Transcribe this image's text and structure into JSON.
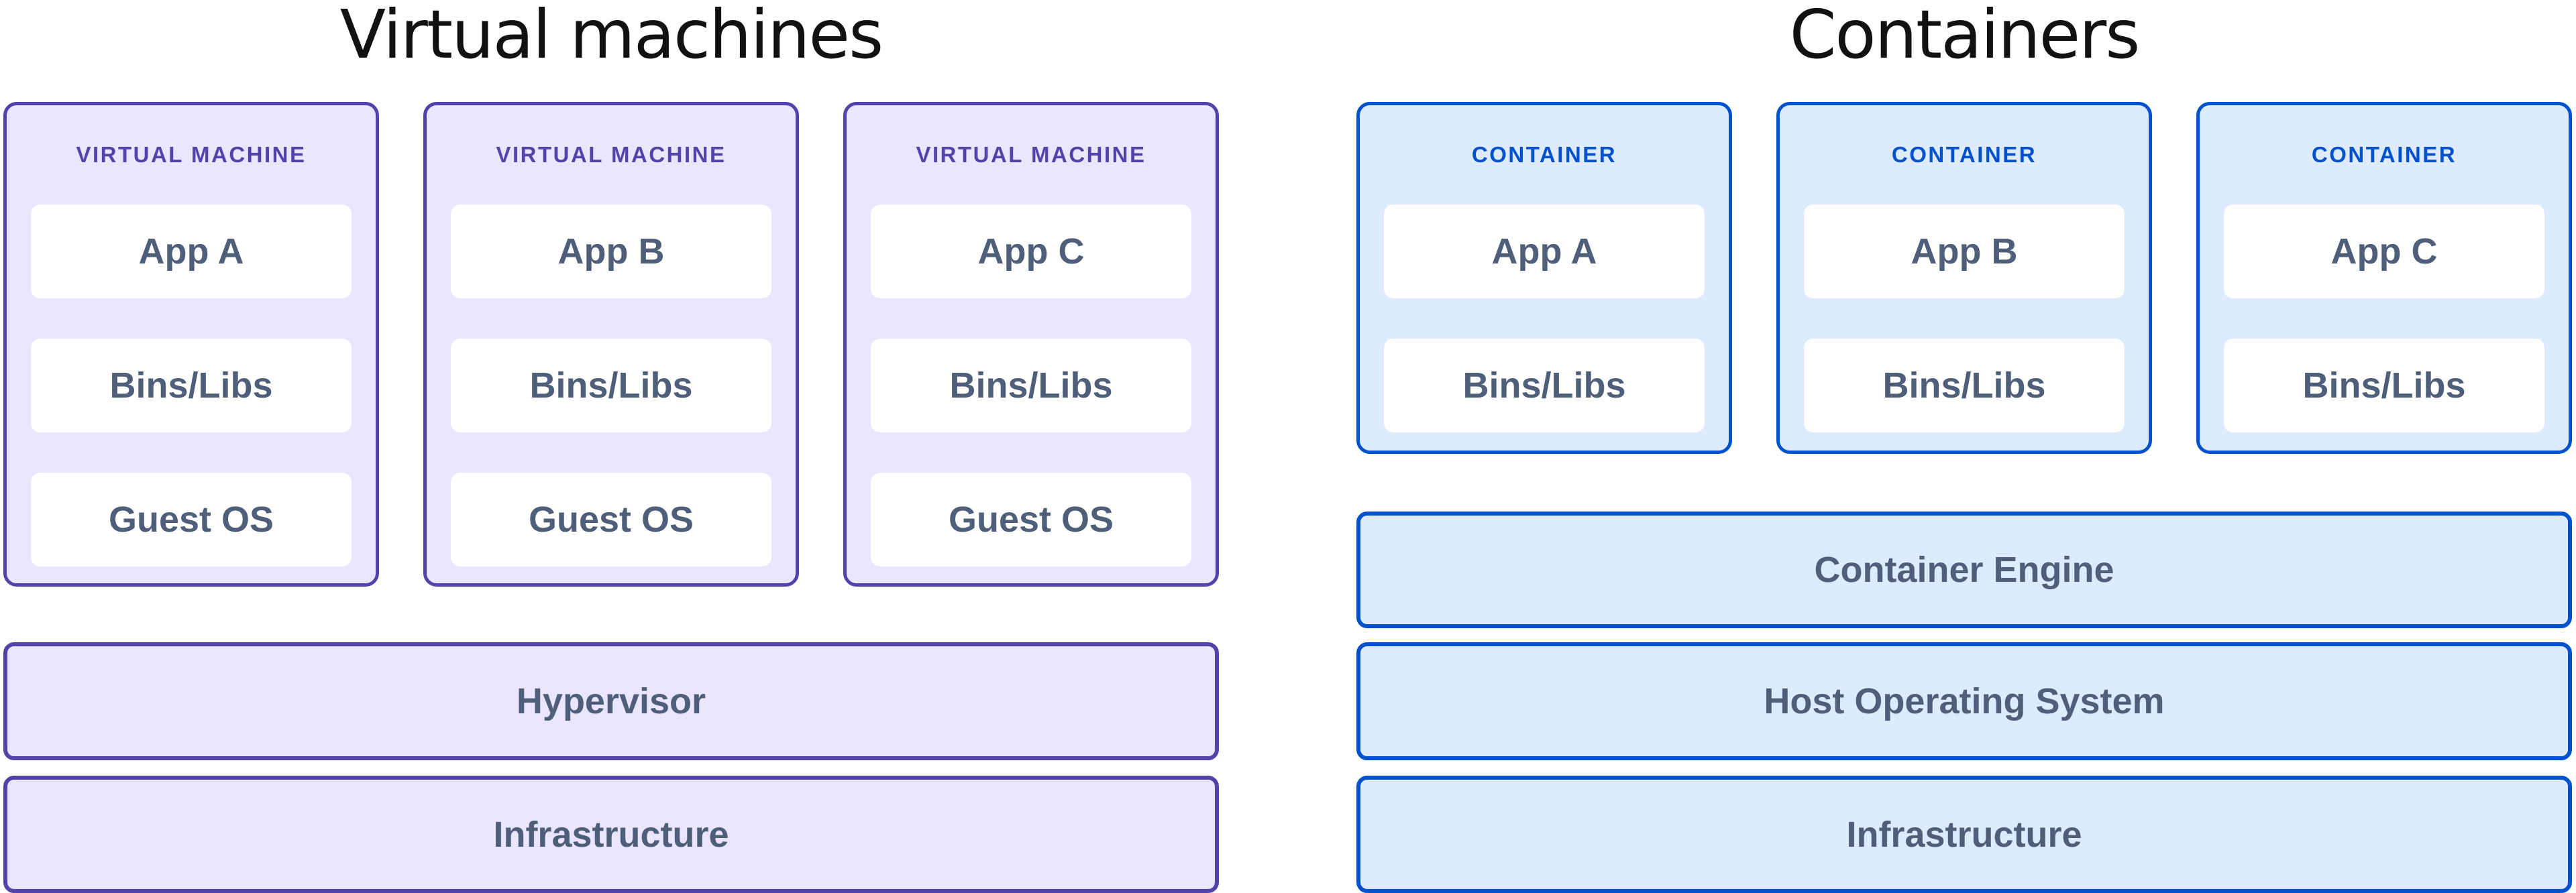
{
  "left_section": {
    "title": "Virtual machines",
    "cards": [
      {
        "header": "VIRTUAL MACHINE",
        "layers": [
          "App A",
          "Bins/Libs",
          "Guest OS"
        ]
      },
      {
        "header": "VIRTUAL MACHINE",
        "layers": [
          "App B",
          "Bins/Libs",
          "Guest OS"
        ]
      },
      {
        "header": "VIRTUAL MACHINE",
        "layers": [
          "App C",
          "Bins/Libs",
          "Guest OS"
        ]
      }
    ],
    "bars": [
      {
        "label": "Hypervisor"
      },
      {
        "label": "Infrastructure"
      }
    ]
  },
  "right_section": {
    "title": "Containers",
    "cards": [
      {
        "header": "CONTAINER",
        "layers": [
          "App A",
          "Bins/Libs"
        ]
      },
      {
        "header": "CONTAINER",
        "layers": [
          "App B",
          "Bins/Libs"
        ]
      },
      {
        "header": "CONTAINER",
        "layers": [
          "App C",
          "Bins/Libs"
        ]
      }
    ],
    "bars": [
      {
        "label": "Container Engine"
      },
      {
        "label": "Host Operating System"
      },
      {
        "label": "Infrastructure"
      }
    ]
  },
  "colors": {
    "background": "#FFFFFF",
    "title_text": "#101214",
    "label_text": "#505F79",
    "layer_fill": "#FFFFFF",
    "vm_border": "#5243AA",
    "vm_fill": "#EAE6FF",
    "vm_header_text": "#5243AA",
    "container_border": "#0052CC",
    "container_fill": "#DEEBFF",
    "container_header_text": "#0052CC"
  }
}
